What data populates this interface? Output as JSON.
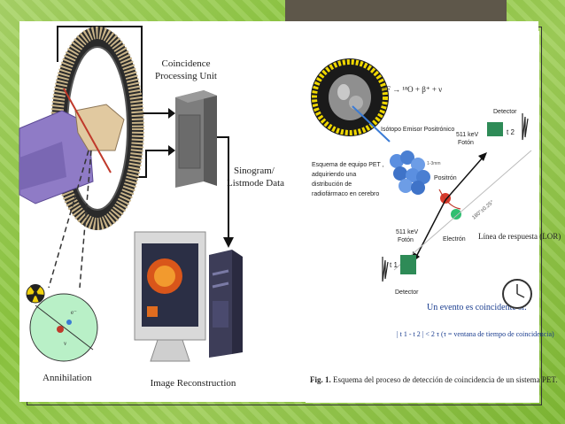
{
  "left_figure": {
    "coincidence_unit": [
      "Coincidence",
      "Processing Unit"
    ],
    "sinogram": [
      "Sinogram/",
      "Listmode Data"
    ],
    "annihilation": "Annihilation",
    "image_reconstruction": "Image Reconstruction"
  },
  "right_figure": {
    "equation": "¹⁸F → ¹⁸O + β⁺ + ν",
    "isotope": "Isótopo  Emisor Positrónico",
    "scheme_text": [
      "Esquema de equipo PET ,",
      "adquiriendo una",
      "distribución de",
      "radiofármaco en cerebro"
    ],
    "detector_top": "Detector",
    "t2": "t 2",
    "photon_top": [
      "511 keV",
      "Fotón"
    ],
    "positron": "Positrón",
    "small_dist": "1-3mm",
    "angle": "180°±0.25°",
    "electron": "Electrón",
    "lor": "Línea de respuesta (LOR)",
    "photon_bottom": [
      "511 keV",
      "Fotón"
    ],
    "t1": "t 1",
    "detector_bottom": "Detector",
    "coincident": "Un evento es coincidente si:",
    "condition": "| t 1 - t 2 | < 2 τ  (τ = ventana de tiempo de coincidencia)",
    "caption_bold": "Fig. 1.",
    "caption": " Esquema del proceso de detección de coincidencia de un sistema PET."
  }
}
